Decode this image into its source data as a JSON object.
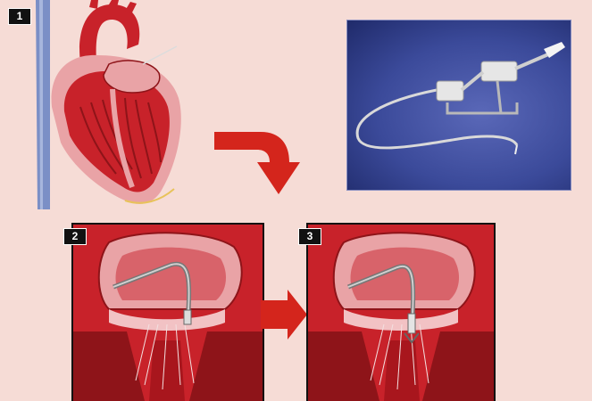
{
  "figure": {
    "step_labels": [
      "1",
      "2",
      "3"
    ],
    "colors": {
      "background": "#f6dcd6",
      "heart_red": "#c8222a",
      "heart_dark": "#8e1419",
      "heart_pink": "#e9a3a6",
      "vein_blue": "#7b8fc6",
      "arrow_red": "#d4251c",
      "photo_blue": "#3b4a9a",
      "frame": "#111111"
    },
    "icons": [
      "curved-arrow-icon",
      "right-arrow-icon"
    ]
  }
}
